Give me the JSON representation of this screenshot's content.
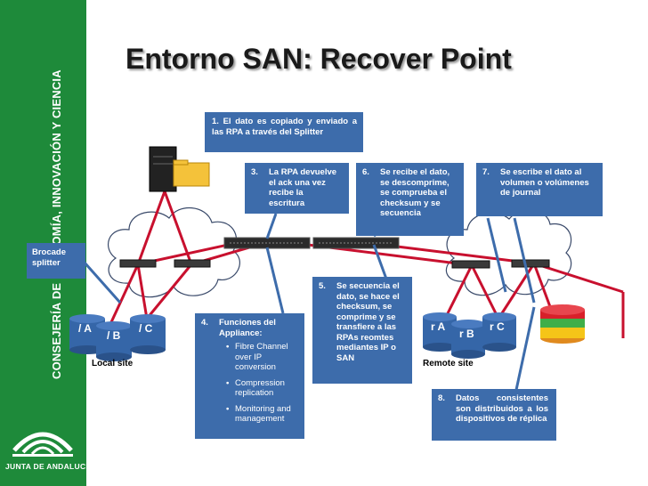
{
  "sidebar": {
    "vertical_text": "CONSEJERÍA DE ECONOMÍA, INNOVACIÓN Y CIENCIA",
    "org_label": "JUNTA DE ANDALUCIA",
    "color": "#1e8a3a"
  },
  "title": "Entorno SAN: Recover Point",
  "callouts": {
    "c1": {
      "text": "1. El dato es copiado y enviado a las RPA a través del Splitter"
    },
    "c3": {
      "num": "3.",
      "text": "La RPA devuelve el ack una vez recibe la escritura"
    },
    "c6": {
      "num": "6.",
      "text": "Se recibe el dato, se descomprime, se comprueba el checksum y se secuencia"
    },
    "c7": {
      "num": "7.",
      "text": "Se escribe el dato al volumen o volúmenes de journal"
    },
    "c5": {
      "num": "5.",
      "text": "Se secuencia el dato, se hace el checksum, se comprime y se transfiere a las RPAs reomtes mediantes IP o SAN"
    },
    "c4": {
      "num": "4.",
      "text": "Funciones del Appliance:",
      "items": [
        "Fibre Channel over IP conversion",
        "Compression replication",
        "Monitoring and management"
      ]
    },
    "c8": {
      "num": "8.",
      "text": "Datos consistentes son distribuidos a los dispositivos de réplica"
    },
    "brocade": {
      "text": "Brocade splitter"
    }
  },
  "local_site": {
    "label": "Local site",
    "disks": [
      "/ A",
      "/ B",
      "/ C"
    ]
  },
  "remote_site": {
    "label": "Remote site",
    "disks": [
      "r A",
      "r B",
      "r C"
    ]
  },
  "colors": {
    "callout": "#3d6cab",
    "link": "#c8102e",
    "disk": "#3566a8"
  }
}
